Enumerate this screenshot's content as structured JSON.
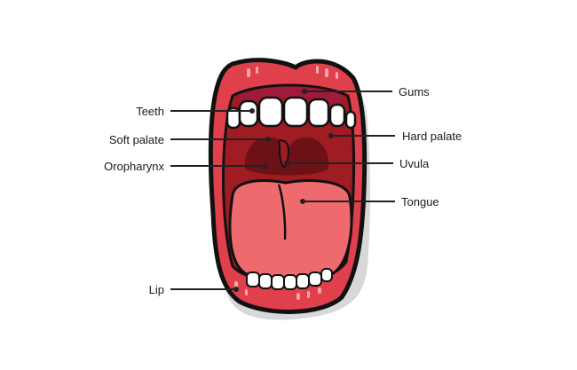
{
  "labels": {
    "gums": "Gums",
    "teeth": "Teeth",
    "hard_palate": "Hard palate",
    "soft_palate": "Soft palate",
    "uvula": "Uvula",
    "oropharynx": "Oropharynx",
    "tongue": "Tongue",
    "lip": "Lip"
  },
  "colors": {
    "lip": "#e0404c",
    "lip_highlight": "#f7a6ad",
    "outline": "#111111",
    "shadow": "#d8d8d8",
    "mouth_interior": "#9e1c22",
    "gums": "#a01a3a",
    "throat": "#6e1116",
    "tongue": "#ee6a6d",
    "teeth": "#ffffff",
    "leader": "#222222"
  }
}
